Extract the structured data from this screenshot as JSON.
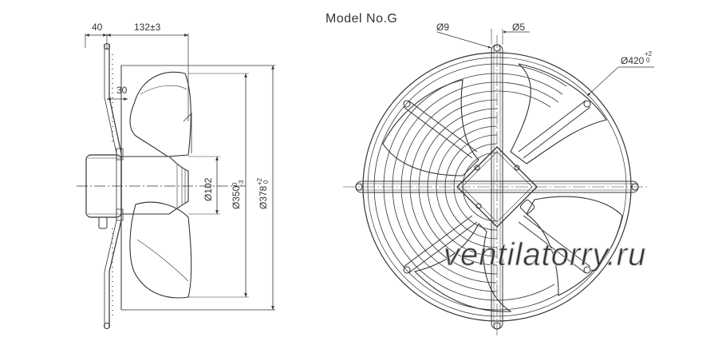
{
  "title": "Model No.G",
  "side_view": {
    "dims": {
      "width_40": "40",
      "width_132": "132±3",
      "depth_30": "30",
      "dia_102": "Ø102",
      "dia_350": "Ø350",
      "dia_350_tol": "-3",
      "dia_350_tol_upper": "0",
      "dia_378": "Ø378",
      "dia_378_tol_upper": "+2",
      "dia_378_tol_lower": "0"
    }
  },
  "front_view": {
    "dims": {
      "hole_9": "Ø9",
      "slot_5": "Ø5",
      "dia_420": "Ø420",
      "dia_420_tol_upper": "+2",
      "dia_420_tol_lower": "0"
    }
  },
  "watermark": "ventilatorry.ru",
  "colors": {
    "line": "#333333",
    "watermark": "#cfcfcf"
  }
}
